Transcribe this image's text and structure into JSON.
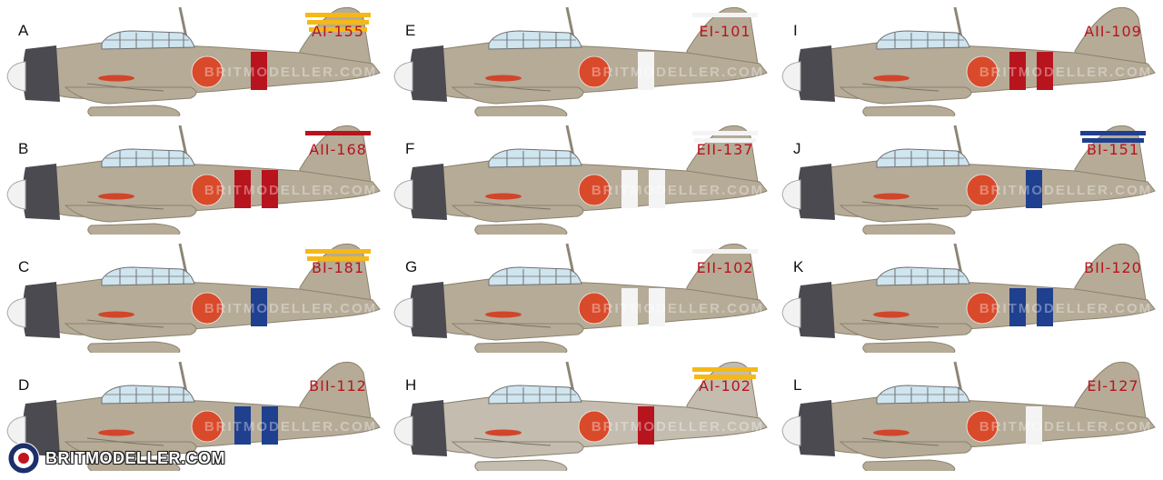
{
  "watermark": "BRITMODELLER.COM",
  "logo_text": "BRITMODELLER.COM",
  "colors": {
    "body_standard": "#b6ab97",
    "body_light": "#c3bcaf",
    "cowl": "#4a4a50",
    "hinomaru": "#d94a2b",
    "red": "#b8141e",
    "blue": "#1f3f8f",
    "yellow": "#f5b817",
    "white": "#f4f4f4",
    "canopy": "#cfe5ef",
    "code_red": "#b8141e"
  },
  "planes": [
    {
      "letter": "A",
      "code": "AI-155",
      "tail_stripes": [
        "yellow",
        "yellow",
        "yellow"
      ],
      "fuselage_bands": [
        "red"
      ],
      "body": "body_standard"
    },
    {
      "letter": "B",
      "code": "AII-168",
      "tail_stripes": [
        "red"
      ],
      "fuselage_bands": [
        "red",
        "red"
      ],
      "body": "body_standard"
    },
    {
      "letter": "C",
      "code": "BI-181",
      "tail_stripes": [
        "yellow",
        "yellow"
      ],
      "fuselage_bands": [
        "blue"
      ],
      "body": "body_standard"
    },
    {
      "letter": "D",
      "code": "BII-112",
      "tail_stripes": [],
      "fuselage_bands": [
        "blue",
        "blue"
      ],
      "body": "body_standard"
    },
    {
      "letter": "E",
      "code": "EI-101",
      "tail_stripes": [
        "white"
      ],
      "fuselage_bands": [
        "white"
      ],
      "body": "body_standard"
    },
    {
      "letter": "F",
      "code": "EII-137",
      "tail_stripes": [
        "white",
        "white"
      ],
      "fuselage_bands": [
        "white",
        "white"
      ],
      "body": "body_standard"
    },
    {
      "letter": "G",
      "code": "EII-102",
      "tail_stripes": [
        "white"
      ],
      "fuselage_bands": [
        "white",
        "white"
      ],
      "body": "body_standard"
    },
    {
      "letter": "H",
      "code": "AI-102",
      "tail_stripes": [
        "yellow",
        "yellow"
      ],
      "fuselage_bands": [
        "red"
      ],
      "body": "body_light"
    },
    {
      "letter": "I",
      "code": "AII-109",
      "tail_stripes": [],
      "fuselage_bands": [
        "red",
        "red"
      ],
      "body": "body_standard"
    },
    {
      "letter": "J",
      "code": "BI-151",
      "tail_stripes": [
        "blue",
        "blue"
      ],
      "fuselage_bands": [
        "blue"
      ],
      "body": "body_standard"
    },
    {
      "letter": "K",
      "code": "BII-120",
      "tail_stripes": [],
      "fuselage_bands": [
        "blue",
        "blue"
      ],
      "body": "body_standard"
    },
    {
      "letter": "L",
      "code": "EI-127",
      "tail_stripes": [],
      "fuselage_bands": [
        "white"
      ],
      "body": "body_standard"
    }
  ]
}
